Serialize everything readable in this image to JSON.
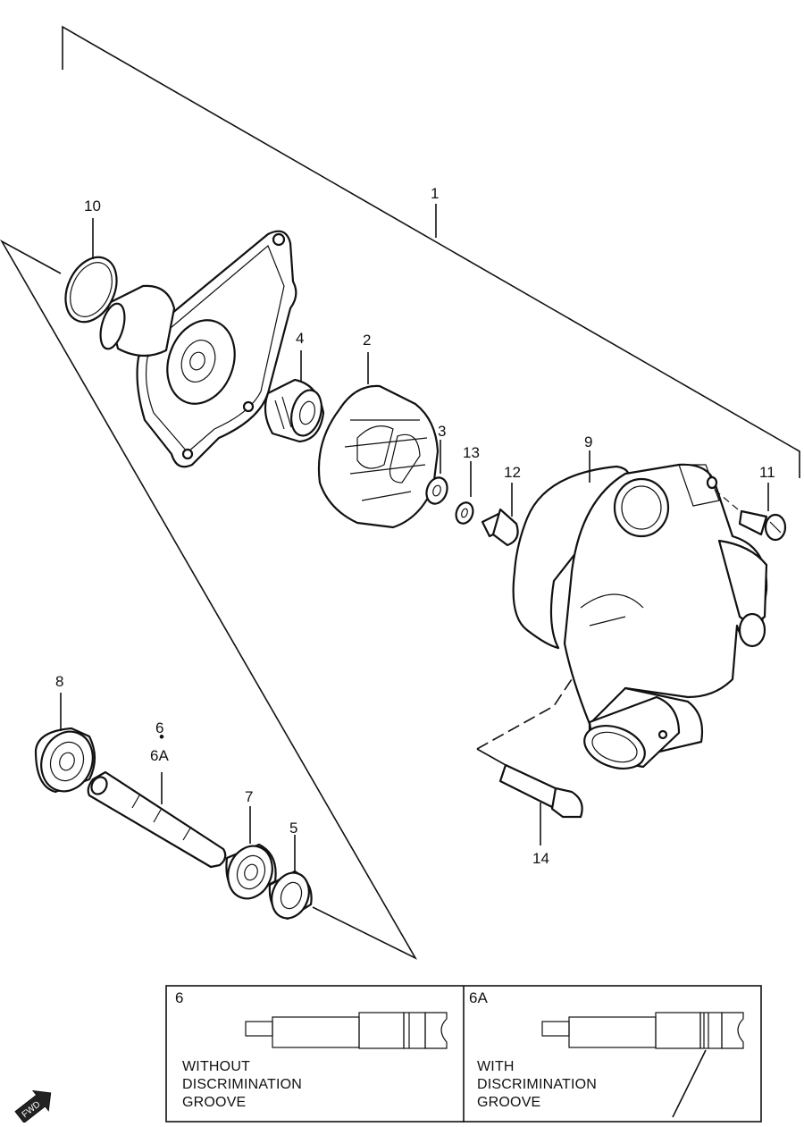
{
  "callouts": {
    "n1": "1",
    "n2": "2",
    "n3": "3",
    "n4": "4",
    "n5": "5",
    "n6": "6",
    "n6a": "6A",
    "n7": "7",
    "n8": "8",
    "n9": "9",
    "n10": "10",
    "n11": "11",
    "n12": "12",
    "n13": "13",
    "n14": "14"
  },
  "variant_panels": [
    {
      "id": "6",
      "caption": [
        "WITHOUT",
        "DISCRIMINATION",
        "GROOVE"
      ]
    },
    {
      "id": "6A",
      "caption": [
        "WITH",
        "DISCRIMINATION",
        "GROOVE"
      ]
    }
  ],
  "badge": {
    "label": "FWD",
    "icon": "fwd-arrow-icon"
  }
}
